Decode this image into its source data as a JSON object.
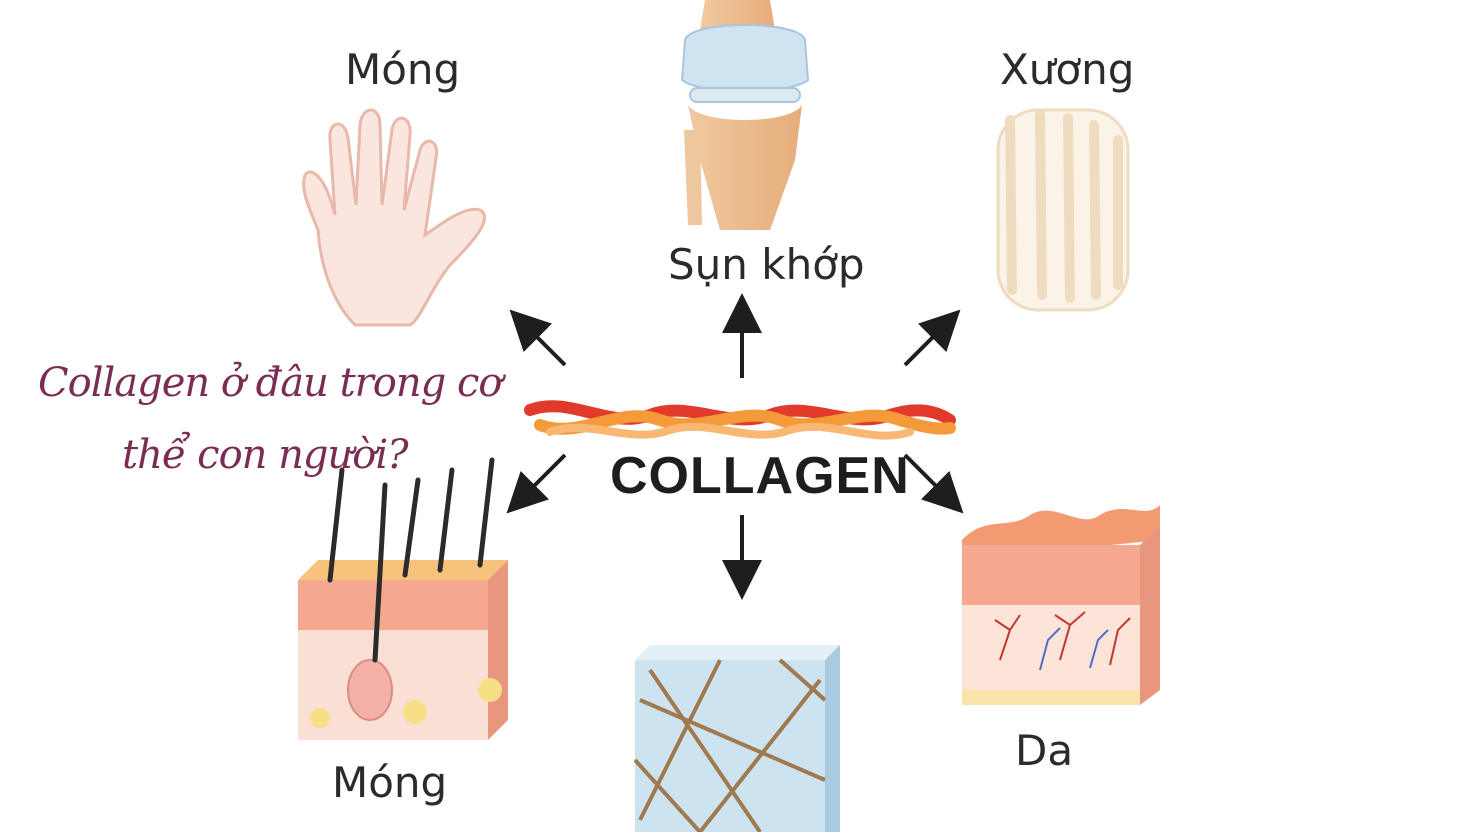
{
  "headline": {
    "line1": "Collagen ở đâu trong cơ",
    "line2": "thể con người?"
  },
  "center_label": "COLLAGEN",
  "nodes": {
    "top_left": "Móng",
    "top_center": "Sụn khớp",
    "top_right": "Xương",
    "bottom_left": "Móng",
    "bottom_right": "Da"
  },
  "colors": {
    "headline": "#7a2d52",
    "arrow": "#1e1e1e",
    "fiber_red": "#e23a2a",
    "fiber_orange": "#f59a3a",
    "skin": "#f6c9b6"
  }
}
